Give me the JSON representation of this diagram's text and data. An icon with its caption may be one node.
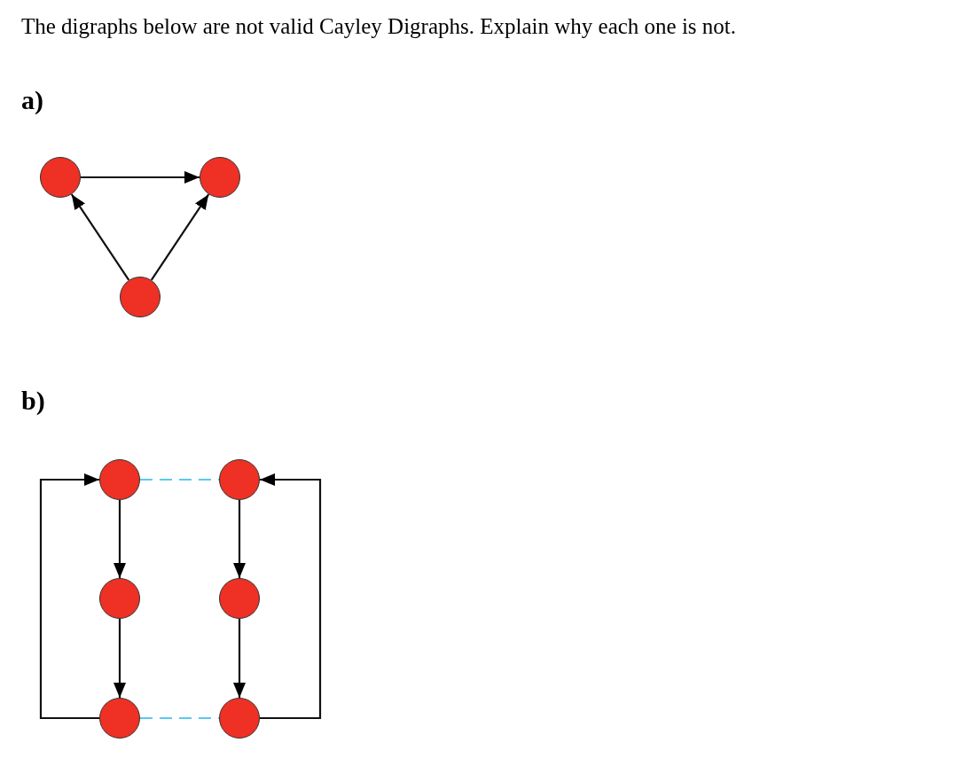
{
  "diagram": {
    "title": "The digraphs below are not valid Cayley Digraphs. Explain why each one is not.",
    "nodes": [
      {
        "text": [],
        "shape": "circle"
      },
      {
        "text": [],
        "shape": "circle"
      },
      {
        "text": [],
        "shape": "circle"
      },
      {
        "text": [],
        "shape": "circle"
      },
      {
        "text": [],
        "shape": "circle"
      },
      {
        "text": [],
        "shape": "circle"
      },
      {
        "text": [],
        "shape": "circle"
      },
      {
        "text": [],
        "shape": "circle"
      },
      {
        "text": [],
        "shape": "circle"
      }
    ],
    "edges": [
      {
        "from": 0,
        "to": 1,
        "arrow": "to"
      },
      {
        "from": 2,
        "to": 0,
        "arrow": "to"
      },
      {
        "from": 2,
        "to": 1,
        "arrow": "to"
      },
      {
        "from": 3,
        "to": 4,
        "arrow": "none",
        "style": "dashed",
        "color": "#5bc8f0"
      },
      {
        "from": 3,
        "to": 5,
        "arrow": "to"
      },
      {
        "from": 4,
        "to": 6,
        "arrow": "to"
      },
      {
        "from": 5,
        "to": 7,
        "arrow": "to"
      },
      {
        "from": 6,
        "to": 8,
        "arrow": "to"
      },
      {
        "from": 7,
        "to": 8,
        "arrow": "none",
        "style": "dashed",
        "color": "#5bc8f0"
      },
      {
        "from": 7,
        "to": 3,
        "arrow": "to"
      },
      {
        "from": 8,
        "to": 4,
        "arrow": "to"
      }
    ],
    "labels": [
      "a)",
      "b)"
    ]
  }
}
